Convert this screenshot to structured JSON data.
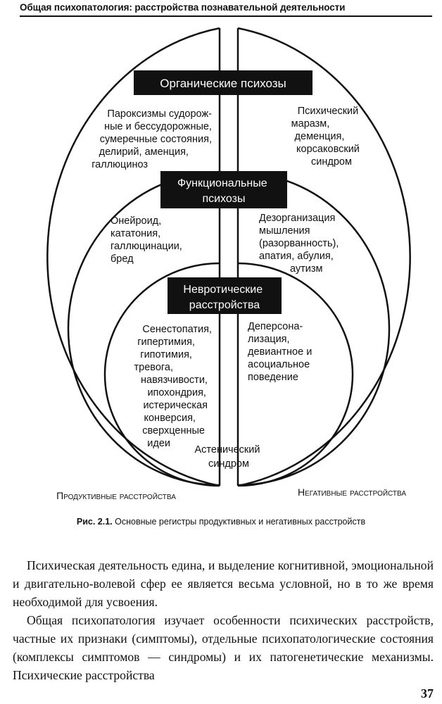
{
  "running_head": "Общая психопатология: расстройства познавательной деятельности",
  "figure": {
    "outer": {
      "title_lines": [
        "Органические психозы"
      ],
      "left_lines": [
        "Пароксизмы судорож-",
        "ные и бессудорожные,",
        "сумеречные состояния,",
        "делирий, аменция,",
        "галлюциноз"
      ],
      "right_lines": [
        "Психический",
        "маразм,",
        "деменция,",
        "корсаковский",
        "синдром"
      ]
    },
    "middle": {
      "title_lines": [
        "Функциональные",
        "психозы"
      ],
      "left_lines": [
        "Онейроид,",
        "кататония,",
        "галлюцинации,",
        "бред"
      ],
      "right_lines": [
        "Дезорганизация",
        "мышления",
        "(разорванность),",
        "апатия, абулия,",
        "аутизм"
      ]
    },
    "inner": {
      "title_lines": [
        "Невротические",
        "расстройства"
      ],
      "left_lines": [
        "Сенестопатия,",
        "гипертимия,",
        "гипотимия,",
        "тревога,",
        "навязчивости,",
        "ипохондрия,",
        "истерическая",
        "конверсия,",
        "сверхценные",
        "идеи"
      ],
      "right_lines": [
        "Деперсона-",
        "лизация,",
        "девиантное и",
        "асоциальное",
        "поведение"
      ],
      "bottom_lines": [
        "Астенический",
        "синдром"
      ]
    },
    "left_label": "Продуктивные расстройства",
    "right_label": "Негативные расстройства"
  },
  "caption": {
    "label": "Рис. 2.1.",
    "text": " Основные регистры продуктивных и негативных расстройств"
  },
  "paragraphs": [
    "Психическая деятельность едина, и выделение когнитивной, эмоциональной и двигательно-волевой сфер ее является весьма условной, но в то же время необходимой для усвоения.",
    "Общая психопатология изучает особенности психических расстройств, частные их признаки (симптомы), отдельные психопатологические состояния (комплексы симптомов — синдромы) и их патогенетические механизмы. Психические расстройства"
  ],
  "page_number": "37"
}
